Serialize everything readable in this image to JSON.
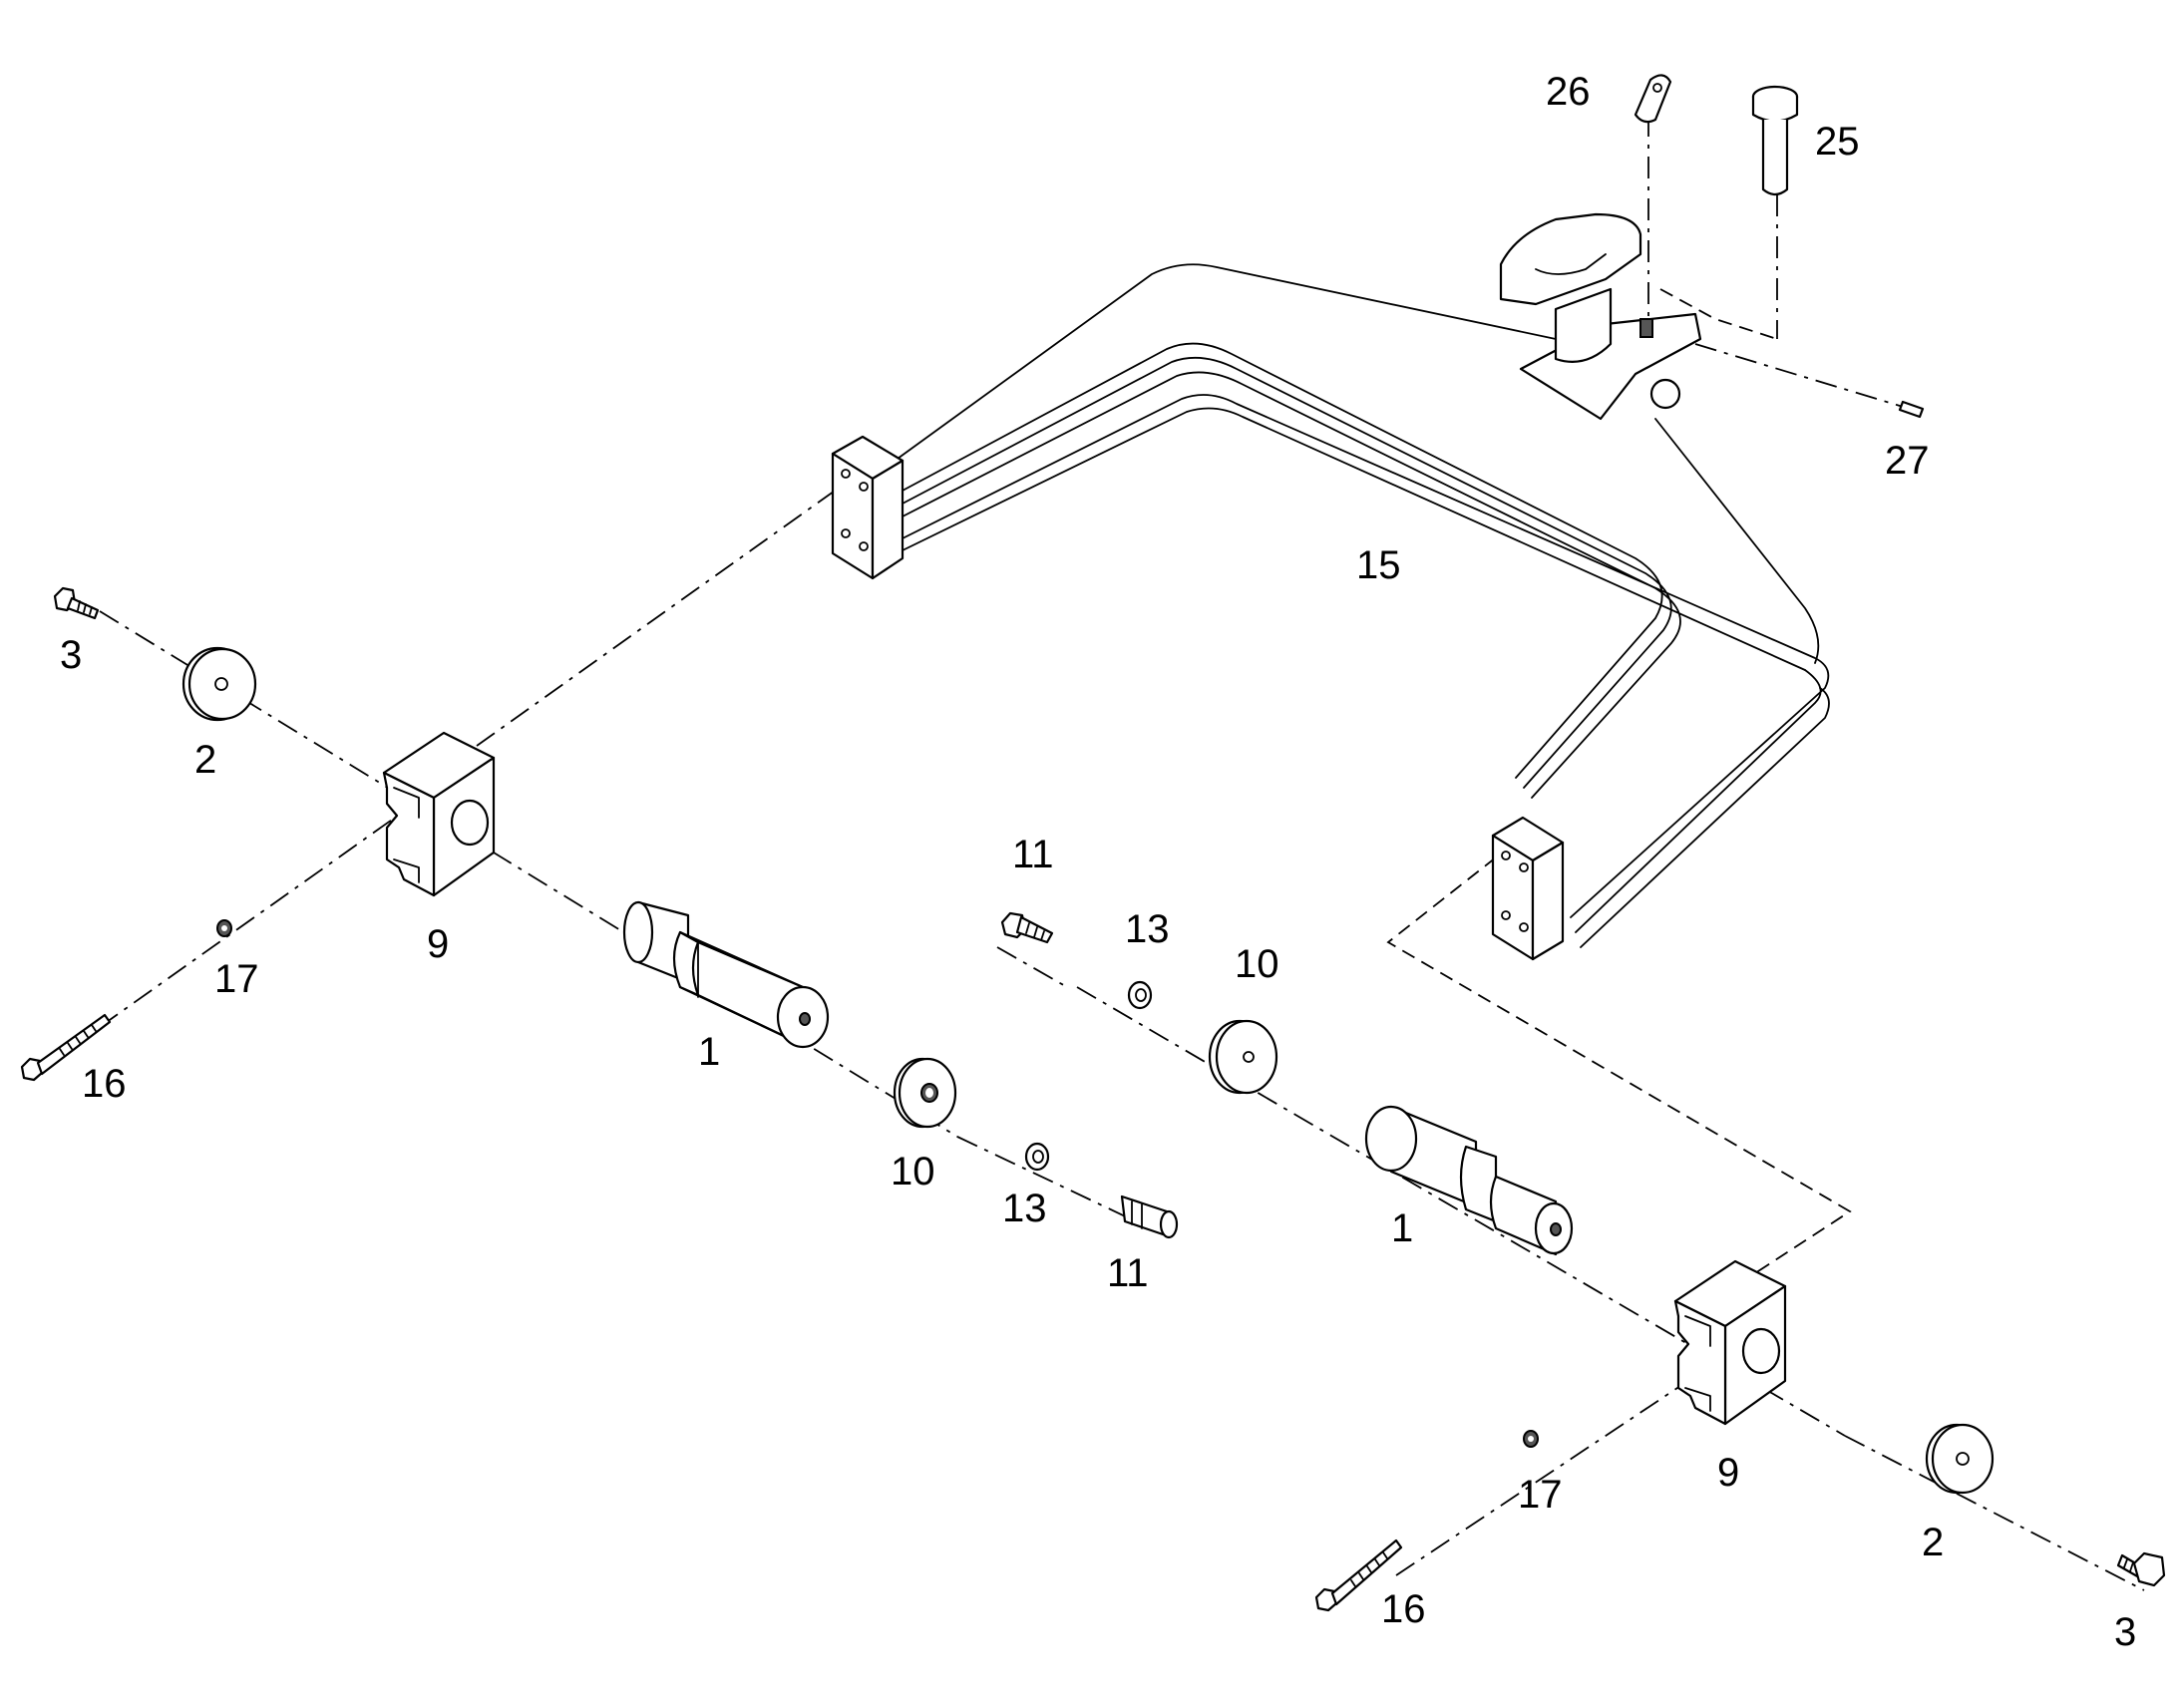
{
  "diagram": {
    "callouts": [
      {
        "id": "c-1a",
        "text": "1"
      },
      {
        "id": "c-1b",
        "text": "1"
      },
      {
        "id": "c-2a",
        "text": "2"
      },
      {
        "id": "c-2b",
        "text": "2"
      },
      {
        "id": "c-3a",
        "text": "3"
      },
      {
        "id": "c-3b",
        "text": "3"
      },
      {
        "id": "c-9a",
        "text": "9"
      },
      {
        "id": "c-9b",
        "text": "9"
      },
      {
        "id": "c-10a",
        "text": "10"
      },
      {
        "id": "c-10b",
        "text": "10"
      },
      {
        "id": "c-11a",
        "text": "11"
      },
      {
        "id": "c-11b",
        "text": "11"
      },
      {
        "id": "c-13a",
        "text": "13"
      },
      {
        "id": "c-13b",
        "text": "13"
      },
      {
        "id": "c-15",
        "text": "15"
      },
      {
        "id": "c-16a",
        "text": "16"
      },
      {
        "id": "c-16b",
        "text": "16"
      },
      {
        "id": "c-17a",
        "text": "17"
      },
      {
        "id": "c-17b",
        "text": "17"
      },
      {
        "id": "c-25",
        "text": "25"
      },
      {
        "id": "c-26",
        "text": "26"
      },
      {
        "id": "c-27",
        "text": "27"
      }
    ]
  }
}
